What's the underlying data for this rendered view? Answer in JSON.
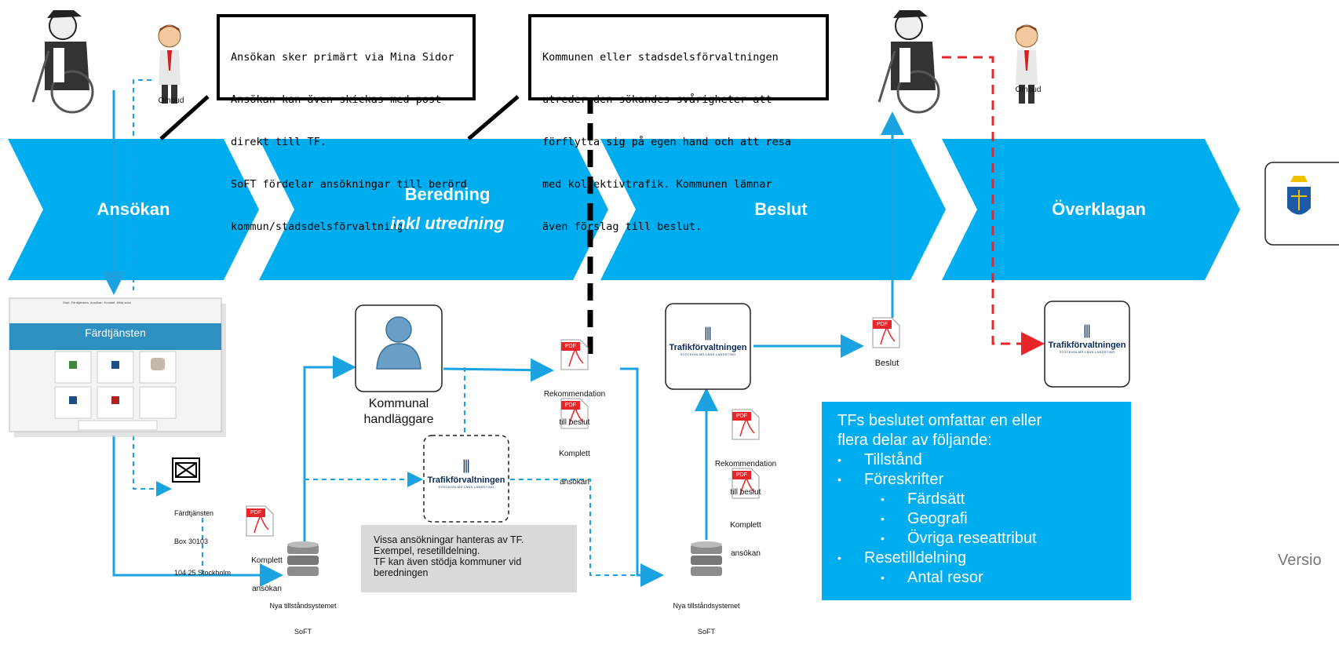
{
  "stages": [
    "Ansökan",
    "Beredning",
    "Beslut",
    "Överklagan"
  ],
  "beredning_sub": "inkl utredning",
  "callout_1": [
    "Ansökan sker primärt via Mina Sidor",
    "Ansökan kan även skickas med post",
    "direkt till TF.",
    "SoFT fördelar ansökningar till berörd",
    "kommun/stadsdelsförvaltning."
  ],
  "callout_2": [
    "Kommunen eller stadsdelsförvaltningen",
    "utreder den sökandes svårigheter att",
    "förflytta sig på egen hand och att resa",
    "med kollektivtrafik. Kommunen lämnar",
    "även förslag till beslut."
  ],
  "ombud": "Ombud",
  "website": {
    "title": "Färdtjänsten",
    "nav": [
      "Start",
      "Färdtjänsten",
      "Ansökan",
      "Kontakt",
      "Mina sidor"
    ]
  },
  "mail_address": [
    "Färdtjänsten",
    "Box 30103",
    "104 25 Stockholm"
  ],
  "pdf_label": "PDF",
  "komplett": [
    "Komplett",
    "ansökan"
  ],
  "database": [
    "Nya tillståndsystemet",
    "SoFT"
  ],
  "handlaggare": [
    "Kommunal",
    "handläggare"
  ],
  "tf_logo": {
    "name": "Trafikförvaltningen",
    "sub": "STOCKHOLMS LÄNS LANDSTING"
  },
  "grey_note": [
    "Vissa ansökningar hanteras av TF.",
    "Exempel, resetilldelning.",
    "TF kan även stödja kommuner vid",
    "beredningen"
  ],
  "rekommendation": [
    "Rekommendation",
    "till beslut"
  ],
  "beslut_doc": "Beslut",
  "info": {
    "heading": [
      "TFs beslutet omfattar en eller",
      "flera delar av följande:"
    ],
    "items": [
      {
        "text": "Tillstånd",
        "level": 1
      },
      {
        "text": "Föreskrifter",
        "level": 1
      },
      {
        "text": "Färdsätt",
        "level": 2
      },
      {
        "text": "Geografi",
        "level": 2
      },
      {
        "text": "Övriga reseattribut",
        "level": 2
      },
      {
        "text": "Resetilldelning",
        "level": 1
      },
      {
        "text": "Antal resor",
        "level": 2
      }
    ]
  },
  "version_text": "Versio",
  "colors": {
    "blue": "#00aeef",
    "red": "#e8262a",
    "dark": "#000000"
  }
}
